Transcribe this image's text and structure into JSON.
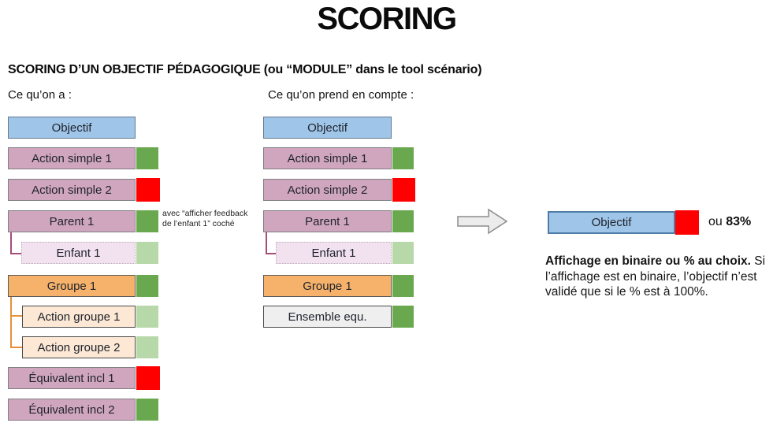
{
  "title": "SCORING",
  "subtitle": "SCORING D’UN OBJECTIF PÉDAGOGIQUE (ou “MODULE” dans le tool scénario)",
  "columns": {
    "have": {
      "heading": "Ce qu’on a :",
      "rows": [
        {
          "label": "Objectif",
          "type": "objective",
          "status": "none"
        },
        {
          "label": "Action simple 1",
          "type": "action",
          "status": "green"
        },
        {
          "label": "Action simple 2",
          "type": "action",
          "status": "red"
        },
        {
          "label": "Parent 1",
          "type": "parent",
          "status": "green"
        },
        {
          "label": "Enfant 1",
          "type": "child",
          "status": "light-green"
        },
        {
          "label": "Groupe 1",
          "type": "group",
          "status": "green"
        },
        {
          "label": "Action groupe 1",
          "type": "group-action",
          "status": "light-green"
        },
        {
          "label": "Action groupe 2",
          "type": "group-action",
          "status": "light-green"
        },
        {
          "label": "Équivalent incl 1",
          "type": "action",
          "status": "red"
        },
        {
          "label": "Équivalent incl 2",
          "type": "action",
          "status": "green"
        }
      ]
    },
    "considered": {
      "heading": "Ce qu’on prend en compte :",
      "rows": [
        {
          "label": "Objectif",
          "type": "objective",
          "status": "none"
        },
        {
          "label": "Action simple 1",
          "type": "action",
          "status": "green"
        },
        {
          "label": "Action simple 2",
          "type": "action",
          "status": "red"
        },
        {
          "label": "Parent 1",
          "type": "parent",
          "status": "green"
        },
        {
          "label": "Enfant 1",
          "type": "child",
          "status": "light-green"
        },
        {
          "label": "Groupe 1",
          "type": "group",
          "status": "green"
        },
        {
          "label": "Ensemble equ.",
          "type": "ensemble",
          "status": "green"
        }
      ]
    }
  },
  "annotation": "avec “afficher feedback de l’enfant 1” coché",
  "result": {
    "label": "Objectif",
    "alt_prefix": "ou",
    "percent": "83%",
    "note_bold": "Affichage en binaire ou % au choix.",
    "note_rest": "Si l’affichage est en binaire, l’objectif n’est validé que si le % est à 100%."
  },
  "colors": {
    "objective_fill": "#9FC5E8",
    "action_fill": "#D0A6BE",
    "child_fill": "#F2E2EF",
    "group_fill": "#F6B26B",
    "group_action_fill": "#FCE8D4",
    "ensemble_fill": "#EFEFEF",
    "status_green": "#6AA84F",
    "status_light_green": "#B7D8A8",
    "status_red": "#FF0000",
    "connector_purple": "#A64D79",
    "connector_orange": "#E69138"
  }
}
